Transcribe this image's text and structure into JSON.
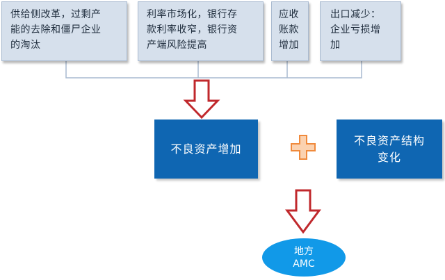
{
  "top_boxes": [
    {
      "lines": [
        "供给侧改革，过剩产",
        "能的去除和僵尸企业",
        "的淘汰"
      ]
    },
    {
      "lines": [
        "利率市场化，银行存",
        "款利率收窄，银行资",
        "产端风险提高"
      ]
    },
    {
      "lines": [
        "应收",
        "账款",
        "增加"
      ]
    },
    {
      "lines": [
        "出口减少：",
        "企业亏损增",
        "加"
      ]
    }
  ],
  "middle": {
    "left_label": "不良资产增加",
    "right_label_lines": [
      "不良资产结构",
      "变化"
    ]
  },
  "bottom": {
    "lines": [
      "地方",
      "AMC"
    ]
  },
  "colors": {
    "top_box_fill": "#d6e0ec",
    "blue_box_fill": "#0f66b2",
    "ellipse_fill": "#1199e8",
    "arrow_outline": "#c0282c",
    "plus_outline": "#f08a3c",
    "connector": "#a9bad0"
  },
  "icons": [
    "down-arrow-icon",
    "plus-icon"
  ]
}
